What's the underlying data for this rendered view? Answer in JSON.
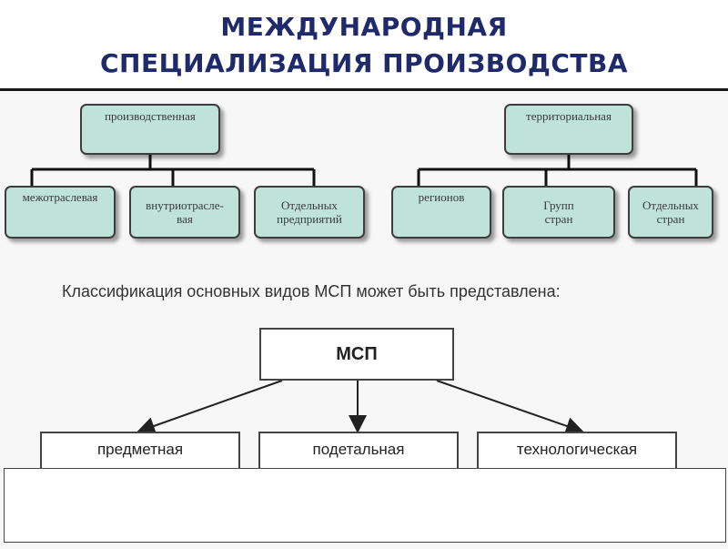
{
  "title": {
    "line1": "МЕЖДУНАРОДНАЯ",
    "line2": "СПЕЦИАЛИЗАЦИЯ ПРОИЗВОДСТВА"
  },
  "tree_left": {
    "root": "производственная",
    "children": [
      "межотраслевая",
      "внутриотрасле-\nвая",
      "Отдельных\nпредприятий"
    ]
  },
  "tree_right": {
    "root": "территориальная",
    "children": [
      "регионов",
      "Групп\nстран",
      "Отдельных\nстран"
    ]
  },
  "caption": "Классификация основных видов МСП может быть представлена:",
  "msp_tree": {
    "root": "МСП",
    "children": [
      "предметная",
      "подетальная",
      "технологическая"
    ]
  },
  "colors": {
    "title": "#1f2a6b",
    "node_fill": "#bfe3d9"
  }
}
